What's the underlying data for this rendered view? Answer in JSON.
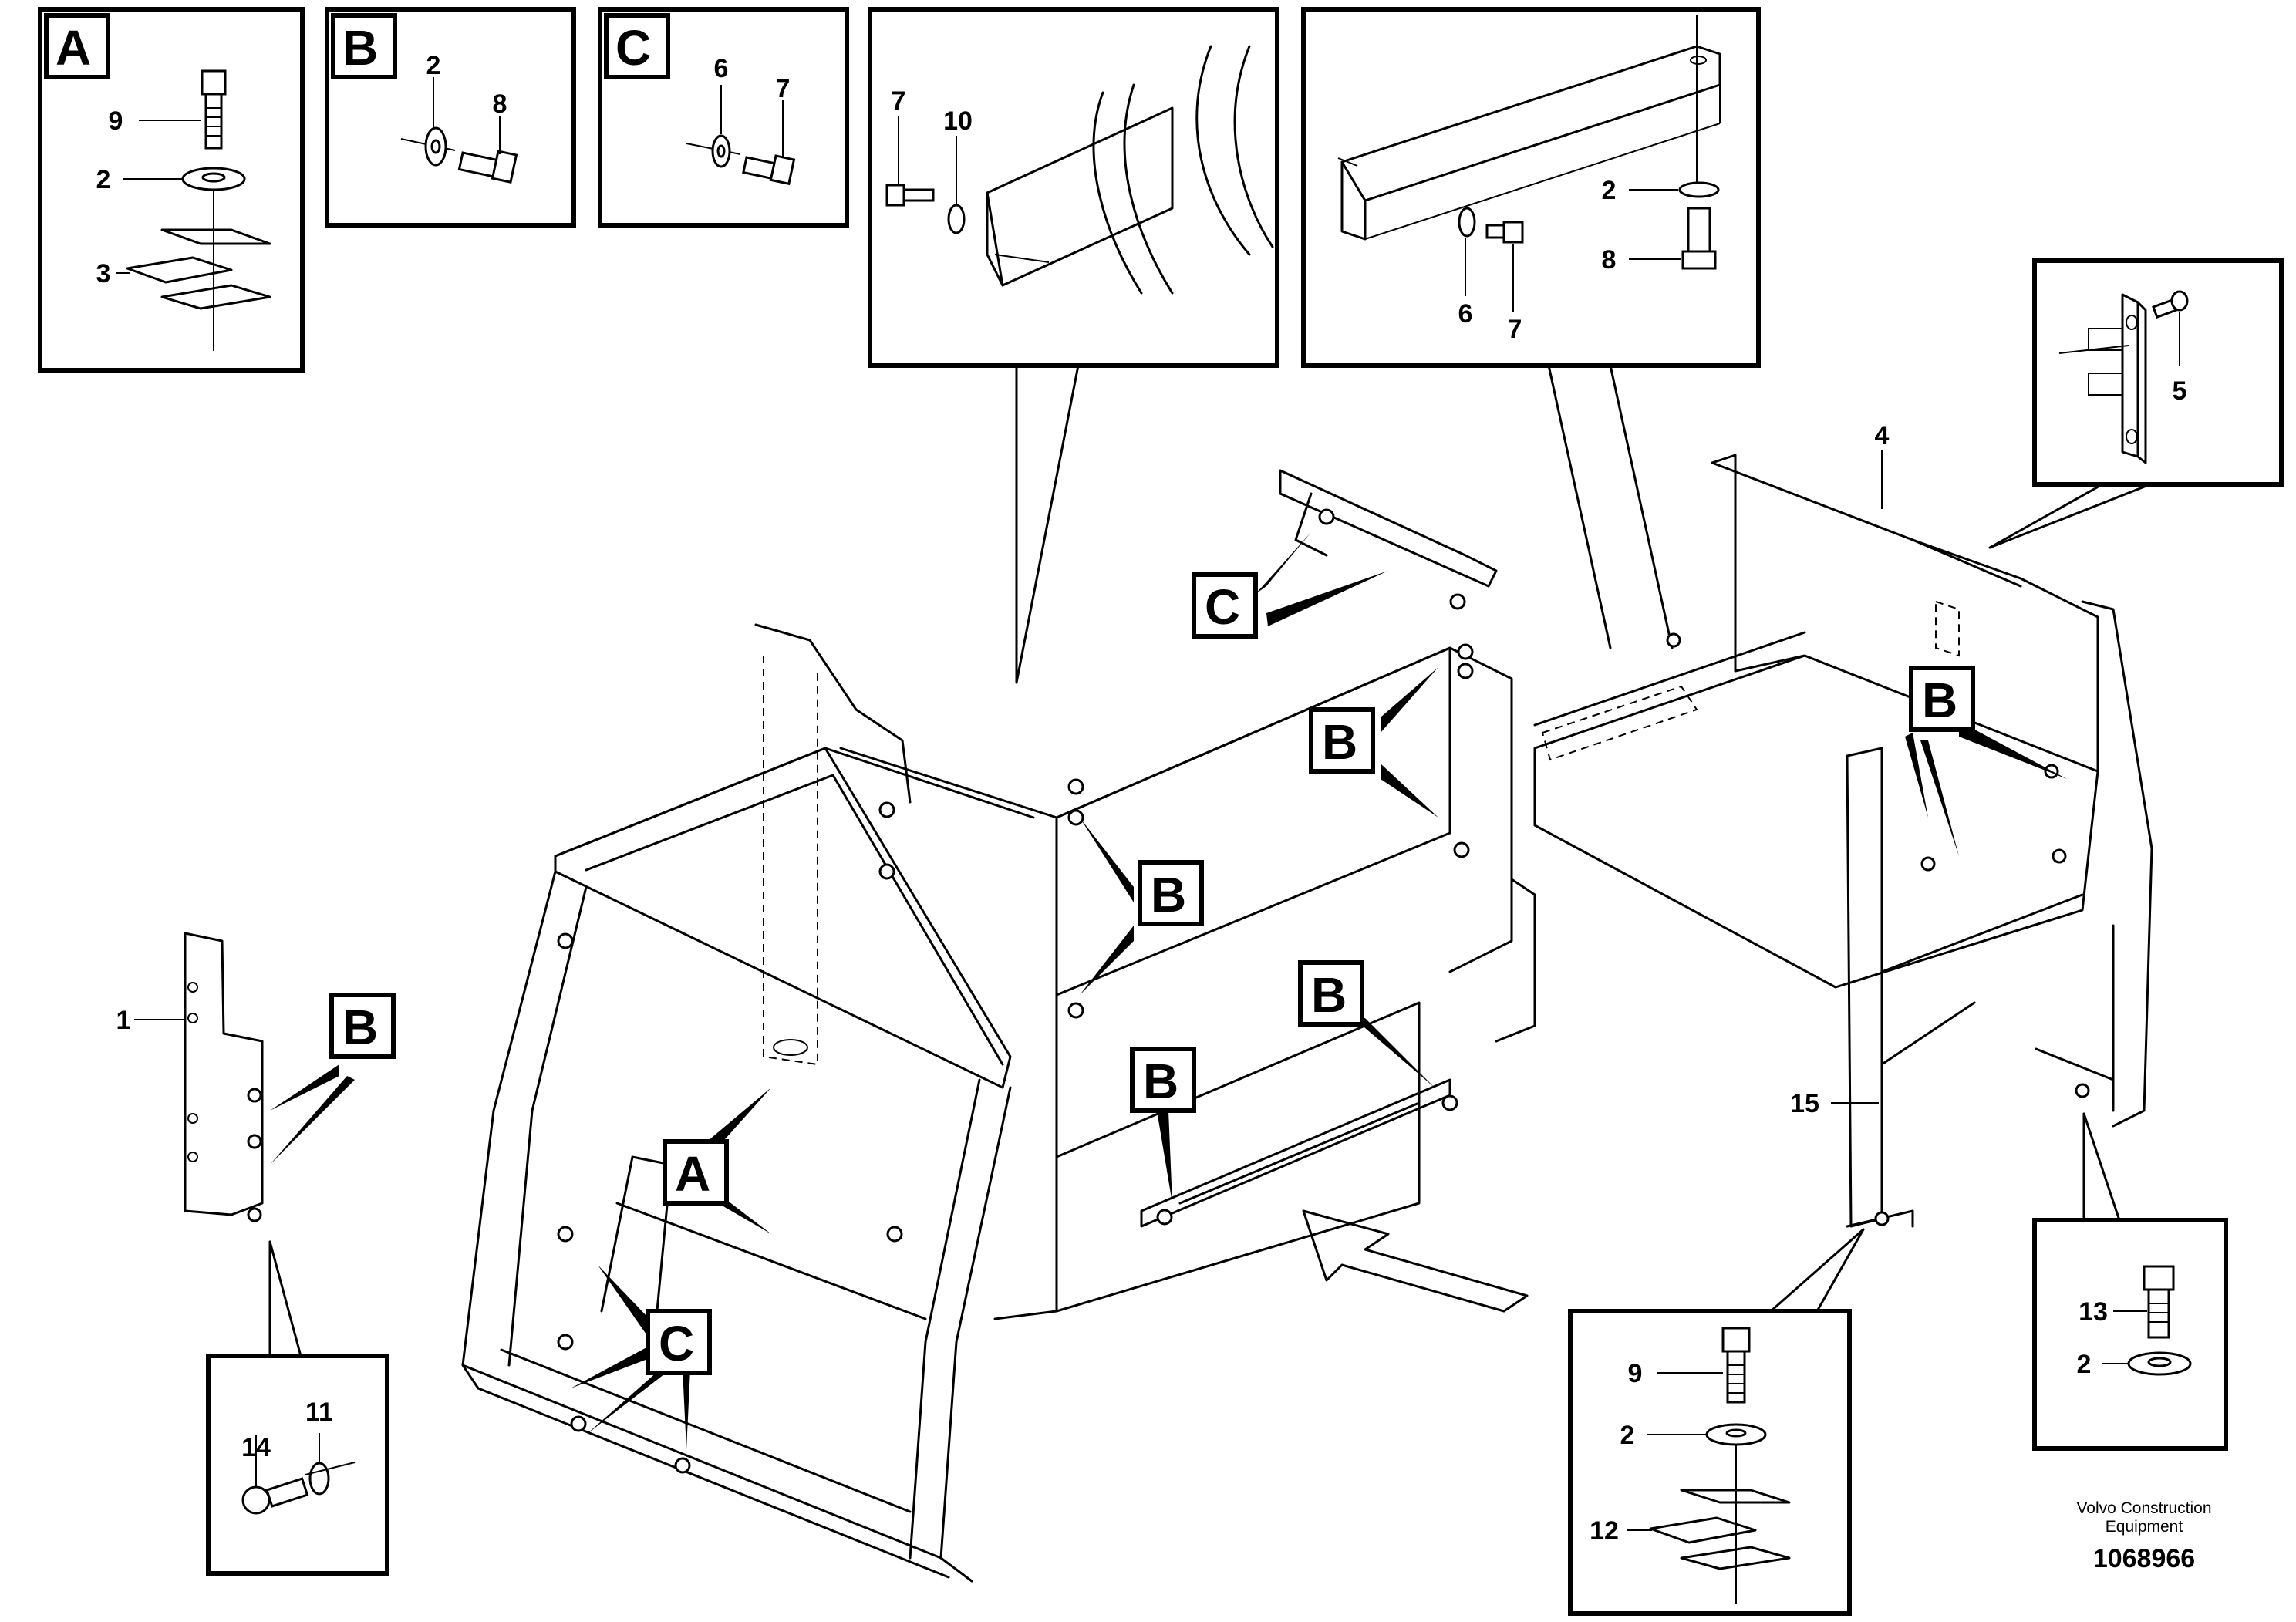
{
  "callouts": {
    "A": "A",
    "B": "B",
    "C": "C"
  },
  "detail_A": {
    "tag": "A",
    "labels": [
      "9",
      "2",
      "3"
    ]
  },
  "detail_B": {
    "tag": "B",
    "labels": [
      "2",
      "8"
    ]
  },
  "detail_C": {
    "tag": "C",
    "labels": [
      "6",
      "7"
    ]
  },
  "detail_top_mid": {
    "labels": [
      "7",
      "10"
    ]
  },
  "detail_top_right": {
    "labels": [
      "2",
      "8",
      "6",
      "7"
    ]
  },
  "detail_right": {
    "labels": [
      "5"
    ]
  },
  "detail_left_bottom": {
    "labels": [
      "11",
      "14"
    ]
  },
  "detail_bottom_center": {
    "labels": [
      "9",
      "2",
      "12"
    ]
  },
  "detail_bottom_right": {
    "labels": [
      "13",
      "2"
    ]
  },
  "part_labels": {
    "p1": "1",
    "p4": "4",
    "p15": "15"
  },
  "footer": {
    "company_line1": "Volvo Construction",
    "company_line2": "Equipment",
    "drawing_number": "1068966"
  }
}
